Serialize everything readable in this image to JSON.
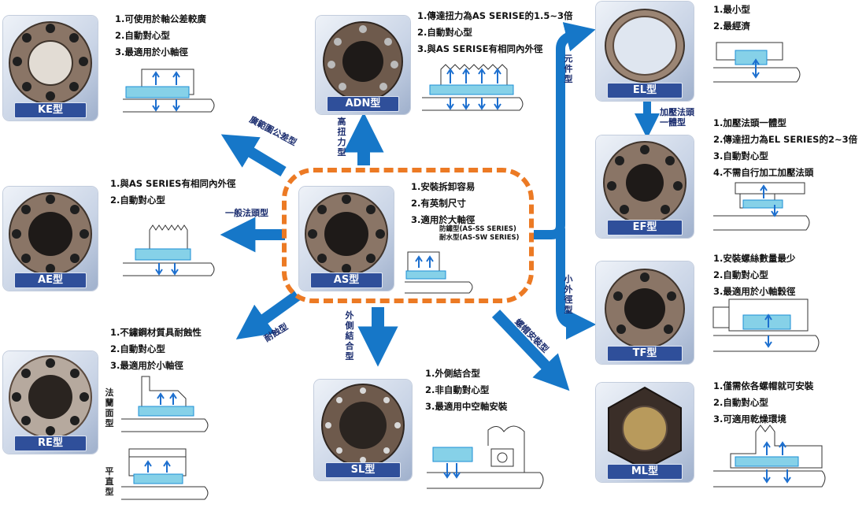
{
  "center": {
    "label": "AS型",
    "features": [
      "1.安裝拆卸容易",
      "2.有英制尺寸",
      "3.適用於大軸徑"
    ],
    "series": [
      "防鏽型(AS-SS SERIES)",
      "耐水型(AS-SW SERIES)"
    ]
  },
  "products": {
    "ke": {
      "label": "KE型",
      "features": [
        "1.可使用於軸公差較廣",
        "2.自動對心型",
        "3.最適用於小軸徑"
      ]
    },
    "adn": {
      "label": "ADN型",
      "features": [
        "1.傳達扭力為AS SERISE的1.5~3倍",
        "2.自動對心型",
        "3.與AS SERISE有相同內外徑"
      ]
    },
    "el": {
      "label": "EL型",
      "features": [
        "1.最小型",
        "2.最經濟"
      ]
    },
    "ae": {
      "label": "AE型",
      "features": [
        "1.與AS SERIES有相同內外徑",
        "2.自動對心型"
      ]
    },
    "ef": {
      "label": "EF型",
      "features": [
        "1.加壓法頭一體型",
        "2.傳達扭力為EL SERIES的2~3倍",
        "3.自動對心型",
        "4.不需自行加工加壓法頭"
      ]
    },
    "tf": {
      "label": "TF型",
      "features": [
        "1.安裝螺絲數量最少",
        "2.自動對心型",
        "3.最適用於小軸穀徑"
      ]
    },
    "re": {
      "label": "RE型",
      "features": [
        "1.不鏽鋼材質具耐蝕性",
        "2.自動對心型",
        "3.最適用於小軸徑"
      ],
      "sub1": "法蘭面型",
      "sub2": "平直型"
    },
    "sl": {
      "label": "SL型",
      "features": [
        "1.外側結合型",
        "2.非自動對心型",
        "3.最適用中空軸安裝"
      ]
    },
    "ml": {
      "label": "ML型",
      "features": [
        "1.僅需依各螺帽就可安裝",
        "2.自動對心型",
        "3.可適用乾燥環境"
      ]
    }
  },
  "arrows": {
    "ke": "廣範圍公差型",
    "adn": "高扭力型",
    "ae": "一般法頭型",
    "re": "耐蝕型",
    "sl": "外側結合型",
    "ml": "螺帽安裝型",
    "el": "元件型",
    "ef": "加壓法頭一體型",
    "tf": "小外徑型"
  },
  "colors": {
    "arrow": "#1677c8",
    "dash": "#ec7a24",
    "tag": "#2f4f9a",
    "drawing": "#1c8fd6"
  }
}
